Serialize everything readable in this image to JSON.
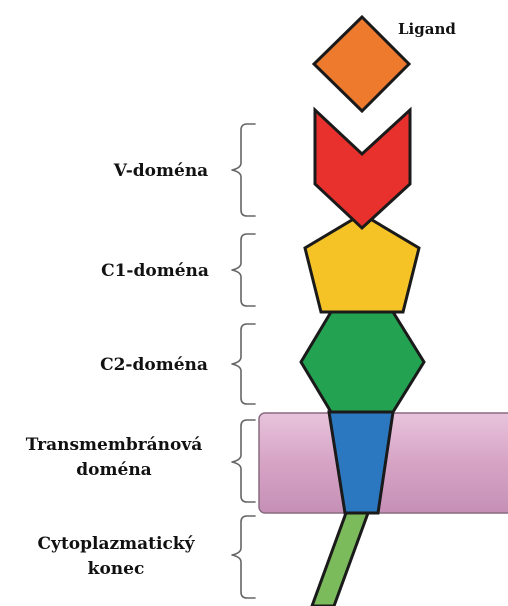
{
  "labels": {
    "ligand": "Ligand",
    "v_domain": "V-doména",
    "c1_domain": "C1-doména",
    "c2_domain": "C2-doména",
    "transmembrane_line1": "Transmembránová",
    "transmembrane_line2": "doména",
    "cytoplasmic_line1": "Cytoplazmatický",
    "cytoplasmic_line2": "konec"
  },
  "colors": {
    "ligand": "#ee7a2e",
    "v_domain": "#e8312c",
    "c1_domain": "#f6c327",
    "c2_domain": "#23a251",
    "transmembrane": "#2b78c0",
    "membrane": "#d9a9c8",
    "cytoplasmic_tail": "#7cbb5b",
    "outline": "#1a1a1a",
    "brace": "#666666"
  }
}
